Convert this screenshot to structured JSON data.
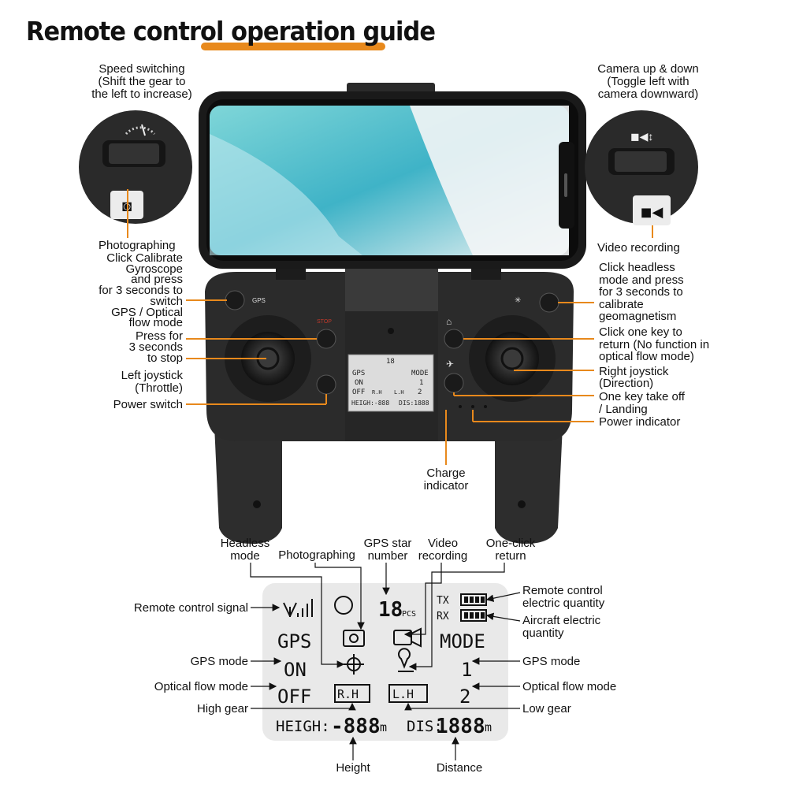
{
  "title": {
    "part1": "Remote control",
    "part2": "operation guide"
  },
  "top_labels": {
    "speed": "Speed switching\n(Shift the gear to\nthe left to increase)",
    "camera": "Camera up & down\n(Toggle left with\ncamera downward)",
    "photographing": "Photographing",
    "video_recording": "Video recording"
  },
  "left_labels": {
    "calibrate": "Click Calibrate\nGyroscope\nand press\nfor 3 seconds to\nswitch\nGPS / Optical\nflow mode",
    "stop": "Press for\n3 seconds\nto stop",
    "left_joystick": "Left joystick\n(Throttle)",
    "power_switch": "Power switch"
  },
  "right_labels": {
    "headless": "Click headless\nmode and press\nfor 3 seconds to\ncalibrate\ngeomagnetism",
    "return": "Click one key to\nreturn (No function in\noptical flow mode)",
    "right_joystick": "Right joystick\n(Direction)",
    "takeoff": "One key take off\n/ Landing",
    "power_indicator": "Power indicator"
  },
  "charge_indicator": "Charge\nindicator",
  "controller": {
    "gps_btn": "GPS",
    "stop_btn": "STOP"
  },
  "small_lcd": {
    "gps": "GPS",
    "on": "ON",
    "off": "OFF",
    "mode": "MODE",
    "one": "1",
    "two": "2",
    "rh": "R.H",
    "lh": "L.H",
    "height": "HEIGH:-888",
    "dis": "DIS:1888",
    "sats": "18"
  },
  "lcd_top_labels": {
    "headless": "Headless\nmode",
    "photographing": "Photographing",
    "gps_star": "GPS star\nnumber",
    "video": "Video\nrecording",
    "return": "One-click\nreturn"
  },
  "lcd_side_labels": {
    "rc_signal": "Remote control signal",
    "gps_mode_left": "GPS mode",
    "optical_left": "Optical flow mode",
    "high_gear": "High gear",
    "rc_electric": "Remote control\nelectric quantity",
    "aircraft_electric": "Aircraft electric\nquantity",
    "gps_mode_right": "GPS mode",
    "optical_right": "Optical flow mode",
    "low_gear": "Low gear"
  },
  "lcd_bottom_labels": {
    "height": "Height",
    "distance": "Distance"
  },
  "lcd": {
    "gps": "GPS",
    "on": "ON",
    "off": "OFF",
    "mode": "MODE",
    "one": "1",
    "two": "2",
    "rh": "R.H",
    "lh": "L.H",
    "heigh": "HEIGH:",
    "height_val": "-888",
    "m1": "m",
    "dis": "DIS:",
    "dis_val": "1888",
    "m2": "m",
    "sats": "18",
    "pcs": "PCS",
    "tx": "TX",
    "rx": "RX"
  },
  "colors": {
    "accent": "#e8891c",
    "body": "#2b2b2b",
    "lcd_bg": "#e9e9e9"
  }
}
